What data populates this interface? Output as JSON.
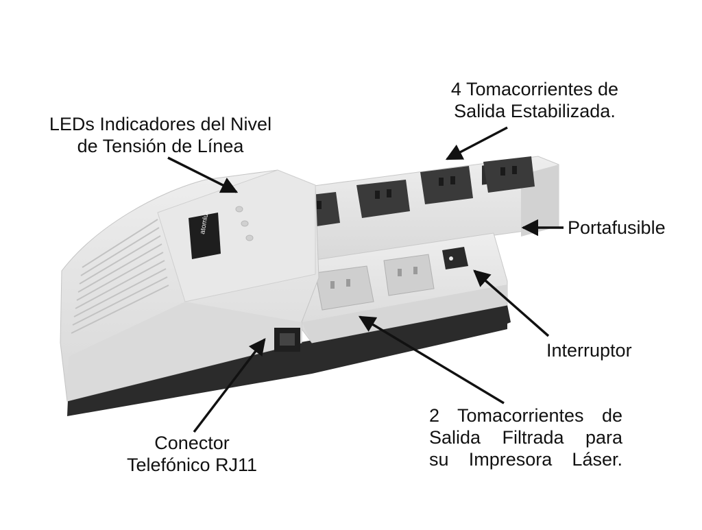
{
  "device": {
    "brand_logo": "atomlux",
    "colors": {
      "body": "#e4e4e4",
      "body_shadow": "#b9b9b9",
      "base": "#2b2b2b",
      "dark_socket": "#3a3a3a",
      "light_socket": "#cfcfcf",
      "arrow": "#111111"
    }
  },
  "callouts": {
    "leds": {
      "line1": "LEDs Indicadores del Nivel",
      "line2": "de Tensión de Línea"
    },
    "stabilized_outlets": {
      "line1": "4 Tomacorrientes de",
      "line2": "Salida Estabilizada."
    },
    "fuse_holder": {
      "line1": "Portafusible"
    },
    "switch": {
      "line1": "Interruptor"
    },
    "filtered_outlets": {
      "line1": "2 Tomacorrientes de",
      "line2": "Salida  Filtrada  para",
      "line3": "su Impresora Láser."
    },
    "rj11": {
      "line1": "Conector",
      "line2": "Telefónico RJ11"
    }
  }
}
